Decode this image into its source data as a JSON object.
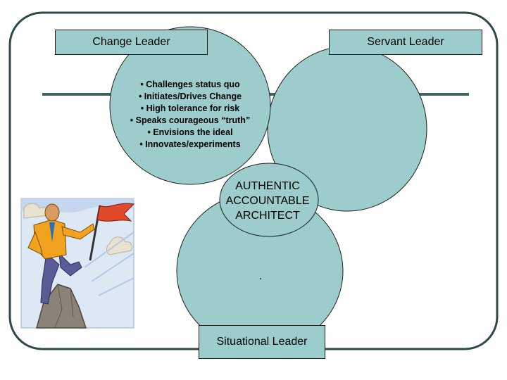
{
  "diagram": {
    "change_leader": {
      "label": "Change Leader",
      "traits": [
        "Challenges status quo",
        "Initiates/Drives Change",
        "High tolerance for risk",
        "Speaks courageous “truth”",
        "Envisions the ideal",
        "Innovates/experiments"
      ]
    },
    "servant_leader": {
      "label": "Servant Leader"
    },
    "situational_leader": {
      "label": "Situational Leader",
      "content": "."
    },
    "center": {
      "lines": [
        "AUTHENTIC",
        "ACCOUNTABLE",
        "ARCHITECT"
      ]
    }
  },
  "colors": {
    "circle_fill": "#9ccccc",
    "outline": "#1e1e1e",
    "frame": "#2c4a4a",
    "rule": "#3d6363"
  },
  "illustration": {
    "icon": "climber-with-flag-icon"
  }
}
